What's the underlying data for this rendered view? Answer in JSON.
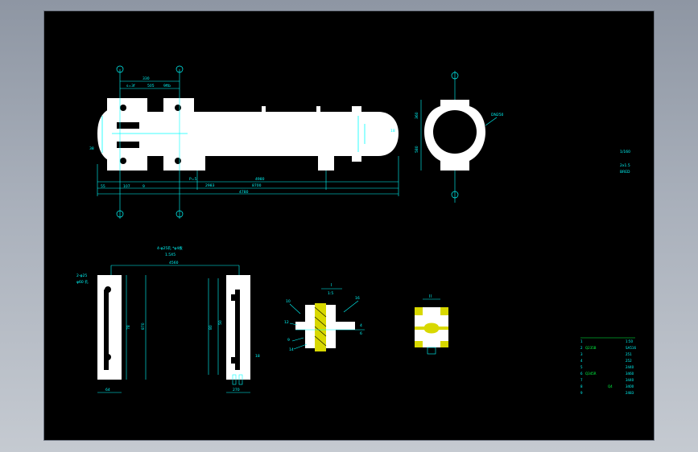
{
  "drawing": {
    "background_color": "#000000",
    "line_color_white": "#ffffff",
    "dim_color_cyan": "#00ffff",
    "note_color_green": "#00ff44",
    "hatch_color_yellow": "#d8d800"
  },
  "main_view": {
    "top_dims": [
      "330",
      "s=3f",
      "505",
      "9ftb"
    ],
    "bottom_dims": [
      "55",
      "107",
      "9",
      "P=5",
      "4980",
      "8700",
      "2983",
      "4780"
    ],
    "left_dim": "38",
    "right_dim": "18"
  },
  "side_view": {
    "left_dims": [
      "360",
      "580"
    ],
    "leader_note": "DN250"
  },
  "right_notes": [
    "1/160",
    "2x1.5",
    "BRED"
  ],
  "lower_left": {
    "title_line1": "4-φ25孔 *φ4板",
    "title_line2": "1.5X5",
    "top_dim": "4560",
    "left_note_line1": "2-φ25",
    "left_note_line2": "φ60 孔",
    "left_view_dims": [
      "78",
      "870",
      "500"
    ],
    "right_view_dims": [
      "80",
      "50",
      "18"
    ],
    "bottom_dims_left": [
      "64"
    ],
    "bottom_dims_right": [
      "270"
    ]
  },
  "detail_i": {
    "title": "I",
    "scale": "1:5",
    "callouts": [
      "10",
      "16",
      "12",
      "9",
      "14"
    ],
    "dims": [
      "4",
      "6"
    ]
  },
  "detail_ii": {
    "title": "II"
  },
  "parts_table": {
    "rows": [
      [
        "1",
        "",
        "",
        "1:50"
      ],
      [
        "2",
        "Q235B",
        "",
        "SA516"
      ],
      [
        "3",
        "",
        "",
        "251"
      ],
      [
        "4",
        "",
        "",
        "252"
      ],
      [
        "5",
        "",
        "",
        "2440"
      ],
      [
        "6",
        "Q345R",
        "",
        "3460"
      ],
      [
        "7",
        "",
        "",
        "3440"
      ],
      [
        "8",
        "",
        "Q4",
        "3400"
      ],
      [
        "9",
        "",
        "",
        "2483"
      ]
    ]
  }
}
